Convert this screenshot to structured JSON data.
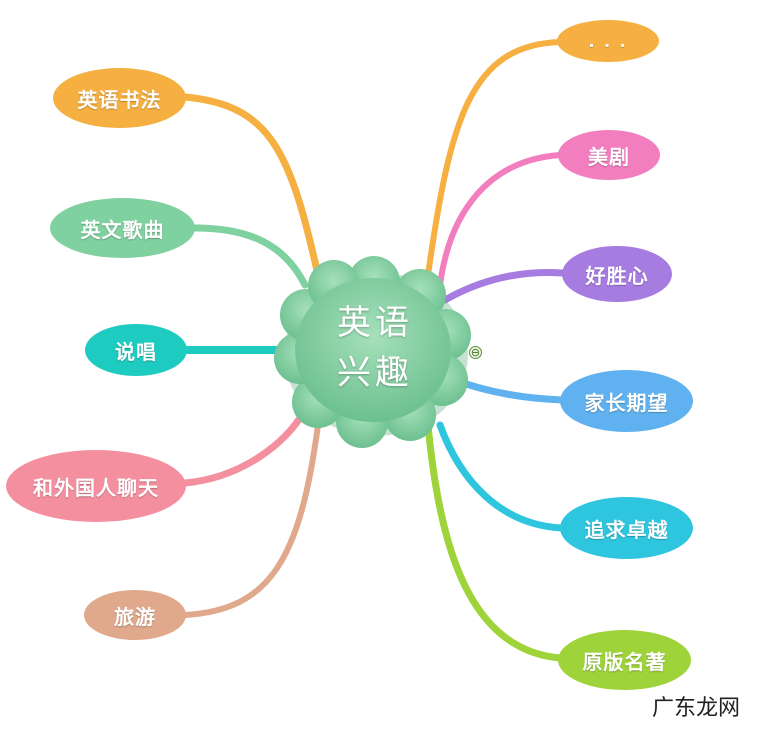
{
  "center": {
    "line1": "英语",
    "line2": "兴趣",
    "color": "#8ed4a8"
  },
  "left_branches": [
    {
      "label": "英语书法",
      "color": "#f5b041"
    },
    {
      "label": "英文歌曲",
      "color": "#7fd1a0"
    },
    {
      "label": "说唱",
      "color": "#1ecbc0"
    },
    {
      "label": "和外国人聊天",
      "color": "#f48fa0"
    },
    {
      "label": "旅游",
      "color": "#e0a98c"
    }
  ],
  "right_branches": [
    {
      "label": ". . .",
      "color": "#f5b041"
    },
    {
      "label": "美剧",
      "color": "#f27ec0"
    },
    {
      "label": "好胜心",
      "color": "#a67ce0"
    },
    {
      "label": "家长期望",
      "color": "#5fb2ef"
    },
    {
      "label": "追求卓越",
      "color": "#2ec6df"
    },
    {
      "label": "原版名著",
      "color": "#9ed43a"
    }
  ],
  "collapse_symbol": "⊖",
  "watermark": {
    "text": "广东龙网"
  }
}
